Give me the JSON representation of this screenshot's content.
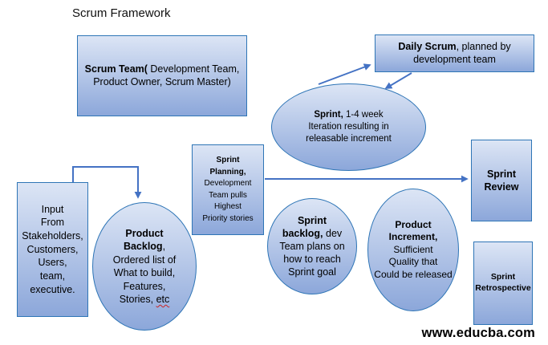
{
  "page": {
    "title": "Scrum Framework",
    "watermark": "www.educba.com"
  },
  "colors": {
    "node_fill_top": "#dce5f5",
    "node_fill_bottom": "#8ca7da",
    "node_border": "#2e75b6",
    "connector": "#4472c4",
    "squiggle": "#cc2222",
    "text": "#000000",
    "watermark": "#000000"
  },
  "nodes": {
    "scrum_team": {
      "shape": "rect",
      "lines": [
        [
          {
            "t": "Scrum Team(",
            "b": true
          },
          {
            "t": " Development Team,"
          }
        ],
        [
          {
            "t": "Product Owner, Scrum Master)"
          }
        ]
      ]
    },
    "daily_scrum": {
      "shape": "rect",
      "lines": [
        [
          {
            "t": "Daily Scrum",
            "b": true
          },
          {
            "t": ", planned by"
          }
        ],
        [
          {
            "t": "development team"
          }
        ]
      ]
    },
    "sprint": {
      "shape": "ellipse",
      "lines": [
        [
          {
            "t": "Sprint,",
            "b": true
          },
          {
            "t": " 1-4 week"
          }
        ],
        [
          {
            "t": "Iteration resulting in"
          }
        ],
        [
          {
            "t": "releasable increment"
          }
        ]
      ]
    },
    "sprint_planning": {
      "shape": "rect",
      "lines": [
        [
          {
            "t": "Sprint",
            "b": true
          }
        ],
        [
          {
            "t": "Planning,",
            "b": true
          }
        ],
        [
          {
            "t": "Development"
          }
        ],
        [
          {
            "t": "Team pulls"
          }
        ],
        [
          {
            "t": "Highest"
          }
        ],
        [
          {
            "t": "Priority stories"
          }
        ]
      ]
    },
    "sprint_review": {
      "shape": "rect",
      "lines": [
        [
          {
            "t": "Sprint",
            "b": true
          }
        ],
        [
          {
            "t": "Review",
            "b": true
          }
        ]
      ]
    },
    "input": {
      "shape": "rect",
      "lines": [
        [
          {
            "t": "Input"
          }
        ],
        [
          {
            "t": "From"
          }
        ],
        [
          {
            "t": "Stakeholders,"
          }
        ],
        [
          {
            "t": "Customers,"
          }
        ],
        [
          {
            "t": "Users,"
          }
        ],
        [
          {
            "t": "team,"
          }
        ],
        [
          {
            "t": "executive."
          }
        ]
      ]
    },
    "product_backlog": {
      "shape": "ellipse",
      "lines": [
        [
          {
            "t": "Product",
            "b": true
          }
        ],
        [
          {
            "t": "Backlog",
            "b": true
          },
          {
            "t": ","
          }
        ],
        [
          {
            "t": "Ordered list of"
          }
        ],
        [
          {
            "t": "What to build,"
          }
        ],
        [
          {
            "t": "Features,"
          }
        ],
        [
          {
            "t": "Stories, "
          },
          {
            "t": "etc",
            "sq": true
          }
        ]
      ]
    },
    "sprint_backlog": {
      "shape": "ellipse",
      "lines": [
        [
          {
            "t": "Sprint",
            "b": true
          }
        ],
        [
          {
            "t": "backlog,",
            "b": true
          },
          {
            "t": " dev"
          }
        ],
        [
          {
            "t": "Team plans on"
          }
        ],
        [
          {
            "t": "how to reach"
          }
        ],
        [
          {
            "t": "Sprint goal"
          }
        ]
      ]
    },
    "product_increment": {
      "shape": "ellipse",
      "lines": [
        [
          {
            "t": "Product",
            "b": true
          }
        ],
        [
          {
            "t": "Increment,",
            "b": true
          }
        ],
        [
          {
            "t": "Sufficient"
          }
        ],
        [
          {
            "t": "Quality that"
          }
        ],
        [
          {
            "t": "Could be released"
          }
        ]
      ]
    },
    "sprint_retrospective": {
      "shape": "rect",
      "lines": [
        [
          {
            "t": "Sprint",
            "b": true
          }
        ],
        [
          {
            "t": "Retrospective",
            "b": true
          }
        ]
      ]
    }
  },
  "connectors": [
    {
      "from": "input",
      "to": "product_backlog",
      "style": "elbow-arrow"
    },
    {
      "from": "sprint",
      "to": "daily_scrum",
      "style": "straight-arrow"
    },
    {
      "from": "daily_scrum",
      "to": "sprint",
      "style": "straight-arrow"
    },
    {
      "from": "sprint_planning",
      "to": "sprint_review",
      "style": "straight-arrow"
    }
  ]
}
